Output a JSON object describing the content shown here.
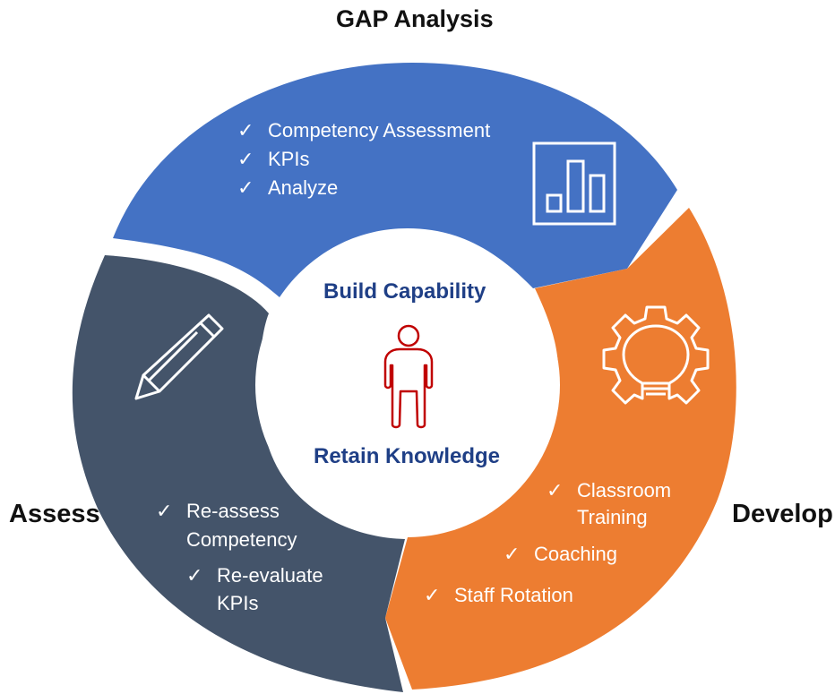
{
  "colors": {
    "gap": "#4472c4",
    "develop": "#ed7d31",
    "assess": "#44546a",
    "center_text": "#1f3f86",
    "person_icon": "#c00000"
  },
  "sections": {
    "gap": {
      "title": "GAP Analysis",
      "icon": "bar-chart-icon",
      "items": [
        "Competency Assessment",
        "KPIs",
        "Analyze"
      ]
    },
    "develop": {
      "title": "Develop",
      "icon": "lightbulb-gear-icon",
      "items": [
        [
          "Classroom",
          "Training"
        ],
        "Coaching",
        "Staff Rotation"
      ]
    },
    "assess": {
      "title": "Assess",
      "icon": "pencil-icon",
      "items": [
        [
          "Re-assess",
          "Competency"
        ],
        [
          "Re-evaluate",
          "KPIs"
        ]
      ]
    }
  },
  "center": {
    "top_text": "Build Capability",
    "bottom_text": "Retain Knowledge",
    "icon": "person-icon"
  },
  "check_mark": "✓"
}
